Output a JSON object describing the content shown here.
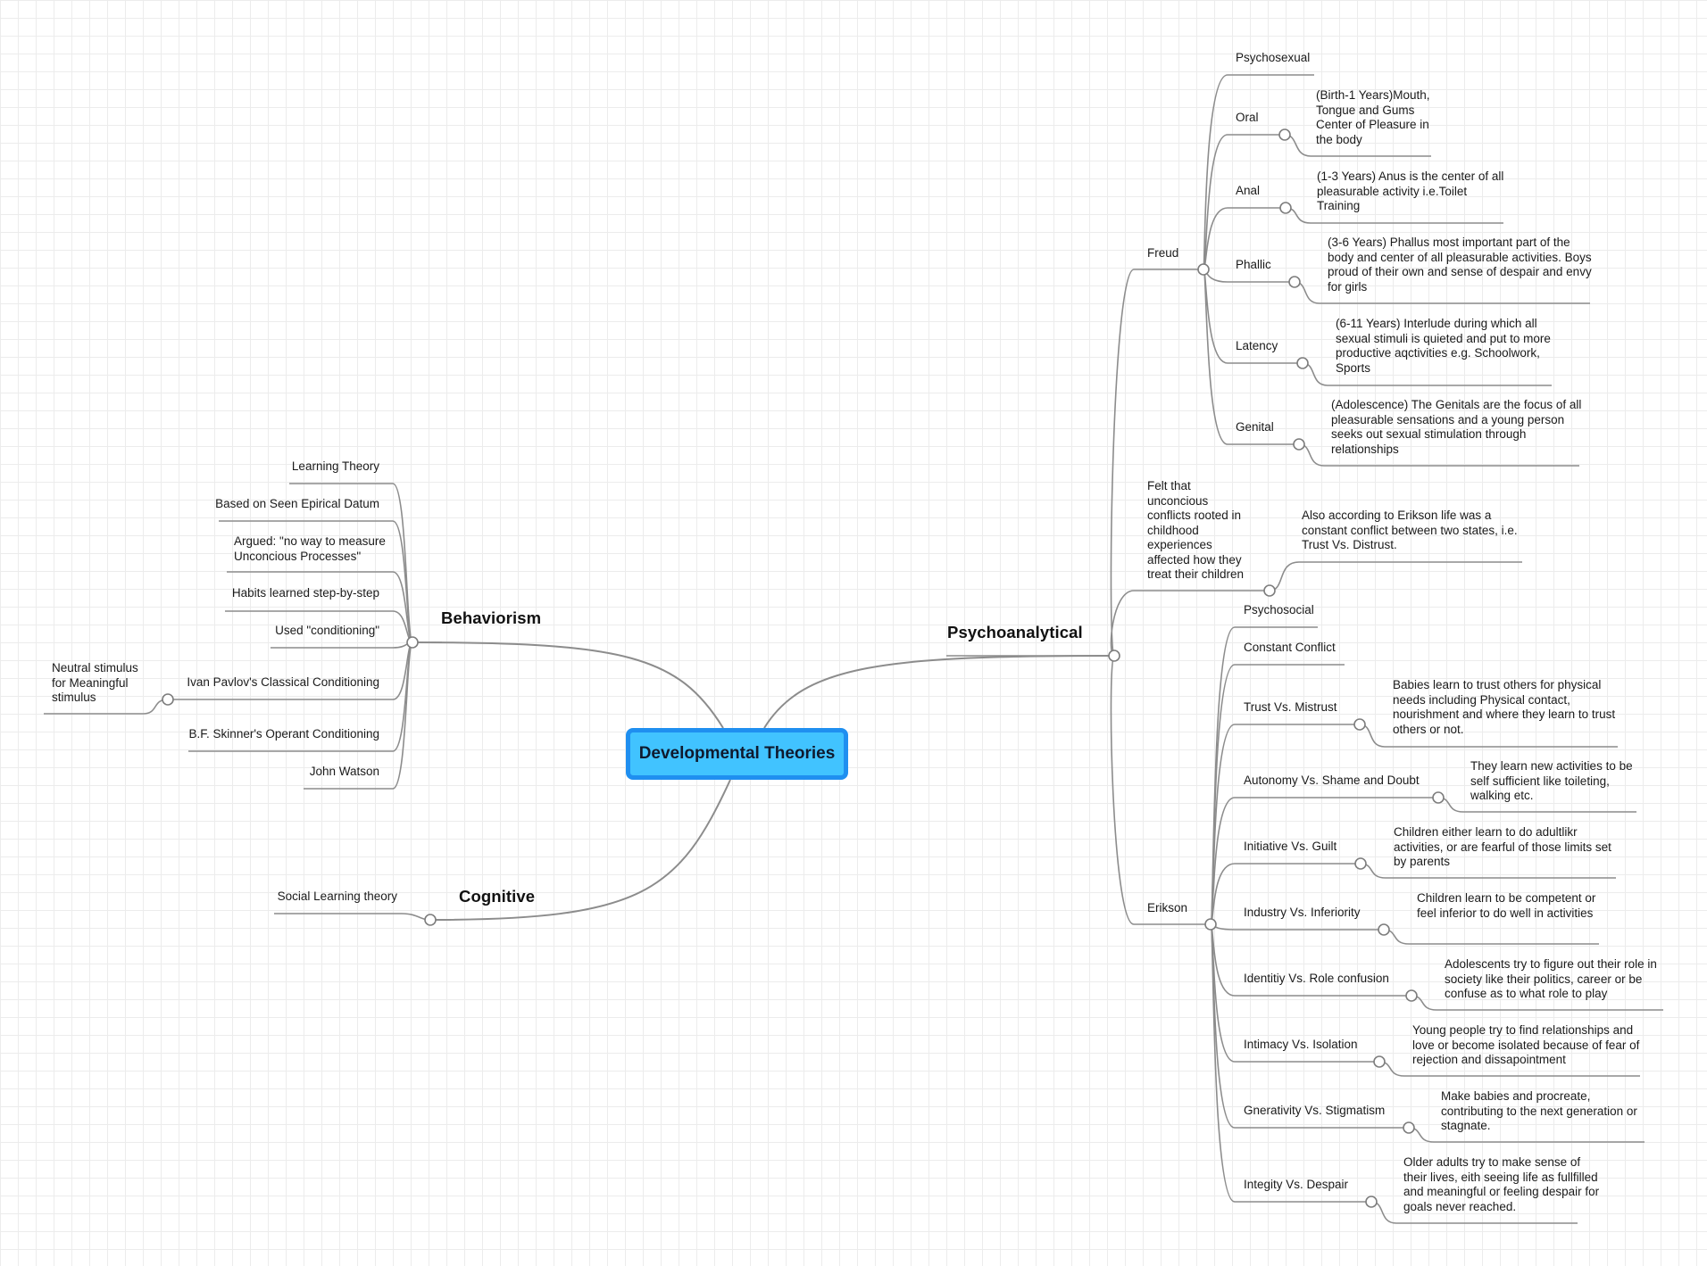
{
  "root": "Developmental Theories",
  "branches": {
    "psychoanalytical": {
      "label": "Psychoanalytical",
      "freud": {
        "label": "Freud",
        "psychosexual": "Psychosexual",
        "stages": [
          {
            "label": "Oral",
            "desc": "(Birth-1 Years)Mouth, Tongue and Gums Center of Pleasure in the body"
          },
          {
            "label": "Anal",
            "desc": "(1-3 Years) Anus is the center of all pleasurable activity i.e.Toilet Training"
          },
          {
            "label": "Phallic",
            "desc": "(3-6 Years) Phallus most important part of the body and center of all pleasurable activities. Boys proud of their own and sense of despair and envy for girls"
          },
          {
            "label": "Latency",
            "desc": "(6-11 Years) Interlude during which all sexual stimuli is quieted and put to more productive aqctivities e.g. Schoolwork, Sports"
          },
          {
            "label": "Genital",
            "desc": "(Adolescence) The Genitals are the focus of all pleasurable sensations and a young person seeks out sexual stimulation through relationships"
          }
        ]
      },
      "felt": {
        "label": "Felt that unconcious conflicts rooted in childhood experiences affected how they treat their children",
        "desc": "Also according to Erikson life was a constant conflict between two states, i.e. Trust Vs. Distrust."
      },
      "erikson": {
        "label": "Erikson",
        "psychosocial": "Psychosocial",
        "constant": "Constant Conflict",
        "stages": [
          {
            "label": "Trust Vs. Mistrust",
            "desc": "Babies learn to trust others for physical needs including Physical contact, nourishment and where they learn to trust others or not."
          },
          {
            "label": "Autonomy Vs. Shame and Doubt",
            "desc": "They learn new activities to be self sufficient like toileting, walking etc."
          },
          {
            "label": "Initiative Vs. Guilt",
            "desc": "Children either learn to do adultlikr activities, or are fearful of those limits set by parents"
          },
          {
            "label": "Industry Vs. Inferiority",
            "desc": "Children learn to be competent or feel inferior to do well in activities"
          },
          {
            "label": "Identitiy Vs. Role confusion",
            "desc": "Adolescents try to figure out their role in society like their politics, career or be confuse as to what role to play"
          },
          {
            "label": "Intimacy Vs. Isolation",
            "desc": "Young people try to find relationships and love or become isolated because of fear of rejection and dissapointment"
          },
          {
            "label": "Gnerativity Vs. Stigmatism",
            "desc": "Make babies and procreate, contributing to the next generation or stagnate."
          },
          {
            "label": "Integity Vs. Despair",
            "desc": "Older adults try to make sense of their lives, eith seeing life as fullfilled and meaningful or feeling despair for goals never reached."
          }
        ]
      }
    },
    "behaviorism": {
      "label": "Behaviorism",
      "items": [
        "Learning Theory",
        "Based on Seen Epirical Datum",
        "Argued: \"no way to measure Unconcious Processes\"",
        "Habits learned step-by-step",
        "Used \"conditioning\"",
        "Ivan Pavlov's Classical Conditioning",
        "B.F. Skinner's Operant Conditioning",
        "John Watson"
      ],
      "pavlov_child": "Neutral stimulus for Meaningful stimulus"
    },
    "cognitive": {
      "label": "Cognitive",
      "items": [
        "Social Learning theory"
      ]
    }
  }
}
